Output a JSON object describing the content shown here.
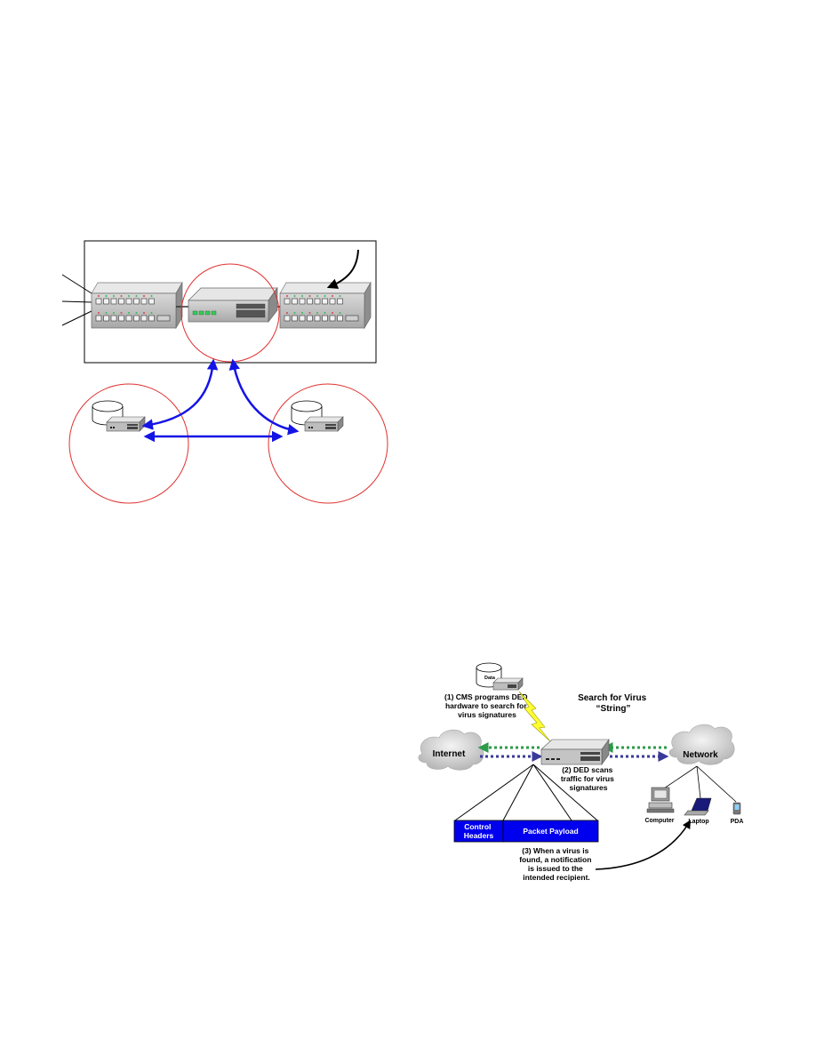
{
  "figure_top": {
    "description_labels": []
  },
  "figure_bottom": {
    "db_label": "Data",
    "step1": [
      "(1) CMS programs DED",
      "hardware to search for",
      "virus signatures"
    ],
    "search_title": [
      "Search for Virus",
      "“String”"
    ],
    "internet_label": "Internet",
    "network_label": "Network",
    "step2": [
      "(2) DED scans",
      "traffic for virus",
      "signatures"
    ],
    "control_headers": [
      "Control",
      "Headers"
    ],
    "packet_payload": "Packet Payload",
    "step3": [
      "(3) When a virus is",
      "found, a notification",
      "is issued to the",
      "intended recipient."
    ],
    "computer_label": "Computer",
    "laptop_label": "Laptop",
    "pda_label": "PDA"
  },
  "colors": {
    "red_circle": "#e03030",
    "blue_arrow": "#1414e6",
    "packet_blue": "#0000ee",
    "green_dots": "#2e9a4a",
    "purple_dots": "#3a3a9a",
    "lightning": "#ffff33"
  }
}
